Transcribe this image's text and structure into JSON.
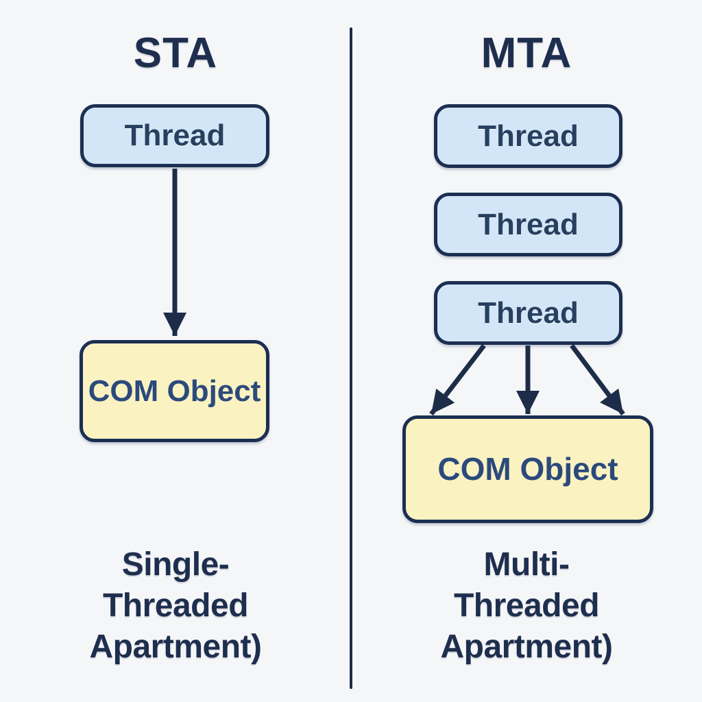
{
  "colors": {
    "background": "#f5f6f8",
    "navy_text": "#1e2e4e",
    "box_border": "#1b2f52",
    "thread_fill": "#d3e6f7",
    "thread_text": "#27405f",
    "com_fill": "#fbf2c2",
    "com_text": "#2b4a7c",
    "divider": "#1d2c48"
  },
  "left_panel": {
    "title": "STA",
    "threads": [
      {
        "label": "Thread"
      }
    ],
    "com_object": {
      "line1": "COM",
      "line2": "Object"
    },
    "caption_lines": [
      "Single-",
      "Threaded",
      "Apartment)"
    ]
  },
  "right_panel": {
    "title": "MTA",
    "threads": [
      {
        "label": "Thread"
      },
      {
        "label": "Thread"
      },
      {
        "label": "Thread"
      }
    ],
    "com_object": {
      "line1": "COM",
      "line2": "Object"
    },
    "caption_lines": [
      "Multi-",
      "Threaded",
      "Apartment)"
    ]
  }
}
